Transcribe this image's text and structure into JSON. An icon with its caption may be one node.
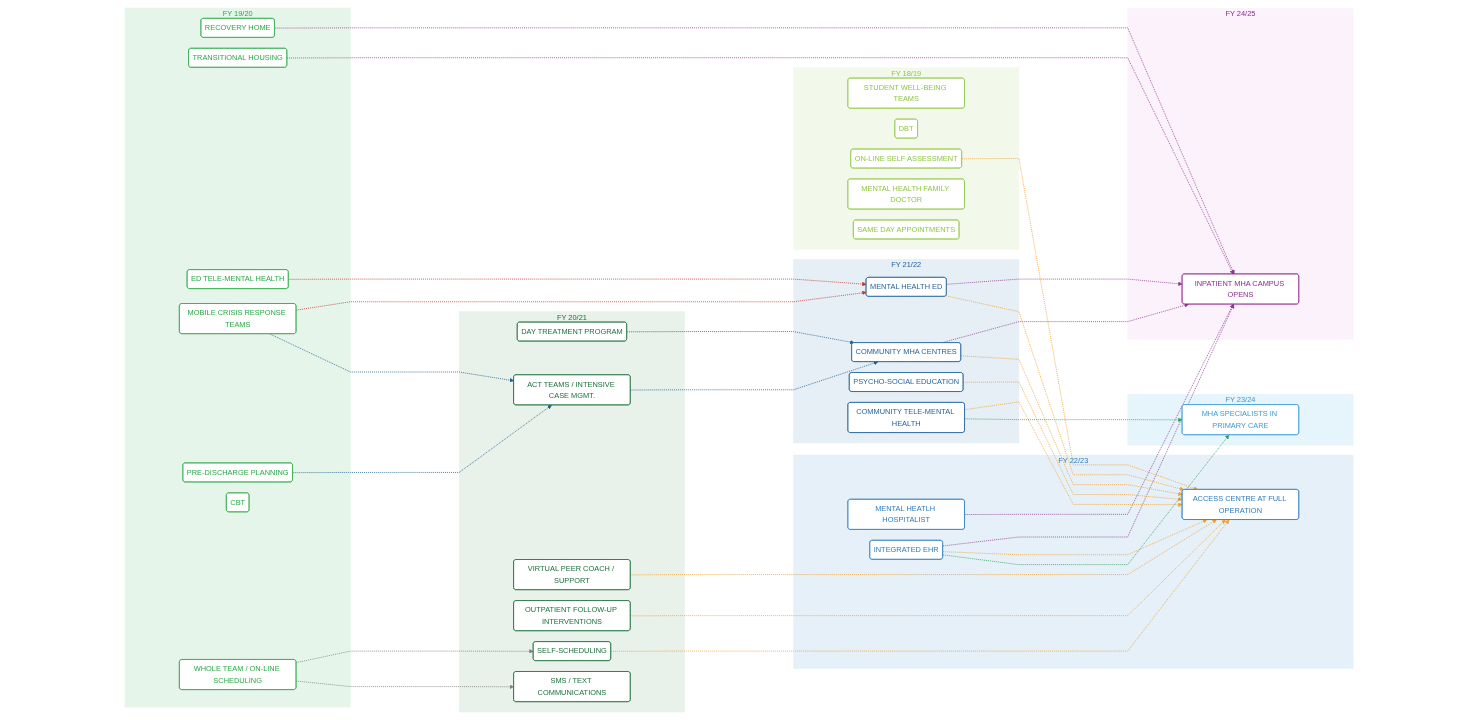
{
  "diagram": {
    "nodes": [
      {
        "text": [
          "FY 18/19"
        ]
      },
      {
        "text": [
          "STUDENT WELL-BEING TEAMS"
        ],
        "in": 0
      },
      {
        "text": [
          "DBT"
        ],
        "in": 0
      },
      {
        "text": [
          "ON-LINE SELF ASSESSMENT"
        ],
        "in": 0
      },
      {
        "text": [
          "MENTAL HEALTH FAMILY DOCTOR"
        ],
        "in": 0
      },
      {
        "text": [
          "SAME DAY APPOINTMENTS"
        ],
        "in": 0
      },
      {
        "text": [
          "FY 19/20"
        ]
      },
      {
        "text": [
          "RECOVERY HOME"
        ],
        "in": 6
      },
      {
        "text": [
          "TRANSITIONAL HOUSING"
        ],
        "in": 6
      },
      {
        "text": [
          "ED TELE-MENTAL HEALTH"
        ],
        "in": 6
      },
      {
        "text": [
          "MOBILE CRISIS RESPONSE TEAMS"
        ],
        "in": 6
      },
      {
        "text": [
          "PRE-DISCHARGE PLANNING"
        ],
        "in": 6
      },
      {
        "text": [
          "CBT"
        ],
        "in": 6
      },
      {
        "text": [
          "WHOLE TEAM / ON-LINE SCHEDULING"
        ],
        "in": 6
      },
      {
        "text": [
          "FY 20/21"
        ]
      },
      {
        "text": [
          "DAY TREATMENT PROGRAM"
        ],
        "in": 14
      },
      {
        "text": [
          "ACT TEAMS / INTENSIVE CASE MGMT."
        ],
        "in": 14
      },
      {
        "text": [
          "VIRTUAL PEER COACH / SUPPORT"
        ],
        "in": 14
      },
      {
        "text": [
          "OUTPATIENT FOLLOW-UP INTERVENTIONS"
        ],
        "in": 14
      },
      {
        "text": [
          "SELF-SCHEDULING"
        ],
        "in": 14
      },
      {
        "text": [
          "SMS / TEXT COMMUNICATIONS"
        ],
        "in": 14
      },
      {
        "text": [
          "FY 21/22"
        ]
      },
      {
        "text": [
          "MENTAL HEALTH ED"
        ],
        "in": 21
      },
      {
        "text": [
          "COMMUNITY MHA CENTRES"
        ],
        "in": 21
      },
      {
        "text": [
          "PSYCHO-SOCIAL EDUCATION"
        ],
        "in": 21
      },
      {
        "text": [
          "COMMUNITY TELE-MENTAL HEALTH"
        ],
        "in": 21
      },
      {
        "text": [
          "FY 22/23"
        ]
      },
      {
        "text": [
          "MENTAL HEATLH HOSPITALIST"
        ],
        "in": 26
      },
      {
        "text": [
          "ACCESS CENTRE AT FULL OPERATION"
        ],
        "in": 26
      },
      {
        "text": [
          "INTEGRATED EHR"
        ],
        "in": 26
      },
      {
        "text": [
          "FY 23/24"
        ]
      },
      {
        "text": [
          "MHA SPECIALISTS IN PRIMARY CARE"
        ],
        "in": 30
      },
      {
        "text": [
          "FY 24/25"
        ]
      },
      {
        "text": [
          "INPATIENT MHA CAMPUS OPENS"
        ],
        "in": 32
      }
    ],
    "edges": [
      {
        "from": 9,
        "to": 22,
        "arrow": "to",
        "style": "dashed",
        "color": "#c0392b"
      },
      {
        "from": 10,
        "to": 22,
        "arrow": "to",
        "style": "dashed",
        "color": "#c0392b"
      },
      {
        "from": 10,
        "to": 16,
        "arrow": "to",
        "style": "dashed",
        "color": "#1f5f8b"
      },
      {
        "from": 11,
        "to": 16,
        "arrow": "to",
        "style": "dashed",
        "color": "#1f5f8b"
      },
      {
        "from": 15,
        "to": 23,
        "arrow": "to",
        "style": "dashed",
        "color": "#1f5f8b"
      },
      {
        "from": 16,
        "to": 23,
        "arrow": "to",
        "style": "dashed",
        "color": "#1f5f8b"
      },
      {
        "from": 13,
        "to": 19,
        "arrow": "to",
        "style": "dashed",
        "color": "#808080"
      },
      {
        "from": 13,
        "to": 20,
        "arrow": "to",
        "style": "dashed",
        "color": "#808080"
      },
      {
        "from": 7,
        "to": 33,
        "arrow": "to",
        "style": "dashed",
        "color": "#8e3a8e"
      },
      {
        "from": 8,
        "to": 33,
        "arrow": "to",
        "style": "dashed",
        "color": "#8e3a8e"
      },
      {
        "from": 22,
        "to": 33,
        "arrow": "to",
        "style": "dashed",
        "color": "#8e3a8e"
      },
      {
        "from": 27,
        "to": 33,
        "arrow": "to",
        "style": "dashed",
        "color": "#8e3a8e"
      },
      {
        "from": 23,
        "to": 33,
        "arrow": "to",
        "style": "dashed",
        "color": "#8e3a8e"
      },
      {
        "from": 29,
        "to": 33,
        "arrow": "to",
        "style": "dashed",
        "color": "#8e3a8e"
      },
      {
        "from": 22,
        "to": 28,
        "arrow": "to",
        "style": "dashed"
      },
      {
        "from": 23,
        "to": 28,
        "arrow": "to",
        "style": "dashed"
      },
      {
        "from": 17,
        "to": 28,
        "arrow": "to",
        "style": "dashed"
      },
      {
        "from": 3,
        "to": 28,
        "arrow": "to",
        "style": "dashed"
      },
      {
        "from": 18,
        "to": 28,
        "arrow": "to",
        "style": "dashed"
      },
      {
        "from": 24,
        "to": 28,
        "arrow": "to",
        "style": "dashed"
      },
      {
        "from": 19,
        "to": 28,
        "arrow": "to",
        "style": "dashed"
      },
      {
        "from": 25,
        "to": 28,
        "arrow": "to",
        "style": "dashed"
      },
      {
        "from": 29,
        "to": 28,
        "arrow": "to",
        "style": "dashed"
      },
      {
        "from": 29,
        "to": 31,
        "arrow": "to",
        "style": "dashed",
        "color": "#2ca05a"
      },
      {
        "from": 25,
        "to": 31,
        "arrow": "to",
        "style": "dashed",
        "color": "#2ca05a"
      }
    ]
  }
}
